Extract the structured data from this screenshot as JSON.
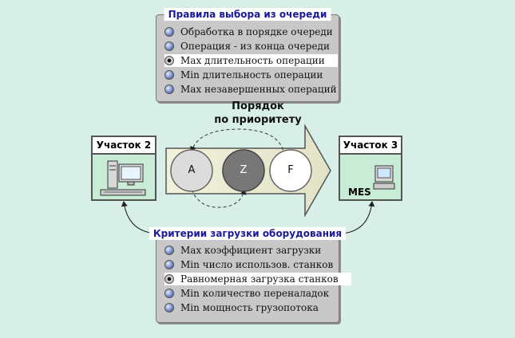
{
  "top_panel": {
    "title": "Правила выбора из очереди",
    "options": [
      {
        "label": "Обработка в порядке очереди",
        "selected": false
      },
      {
        "label": "Операция - из конца очереди",
        "selected": false
      },
      {
        "label": "Max длительность операции",
        "selected": true
      },
      {
        "label": "Min  длительность операции",
        "selected": false
      },
      {
        "label": "Max незавершенных операций",
        "selected": false
      }
    ]
  },
  "order_label": {
    "line1": "Порядок",
    "line2": "по приоритету"
  },
  "queue": {
    "items": [
      "A",
      "Z",
      "F"
    ]
  },
  "left_section": {
    "title": "Участок 2"
  },
  "right_section": {
    "title": "Участок 3",
    "label": "MES"
  },
  "bottom_panel": {
    "title": "Критерии загрузки оборудования",
    "options": [
      {
        "label": "Max коэффициент загрузки",
        "selected": false
      },
      {
        "label": "Min число использов. станков",
        "selected": false
      },
      {
        "label": "Равномерная загрузка станков",
        "selected": true
      },
      {
        "label": "Min  количество переналадок",
        "selected": false
      },
      {
        "label": "Min мощность грузопотока",
        "selected": false
      }
    ]
  }
}
